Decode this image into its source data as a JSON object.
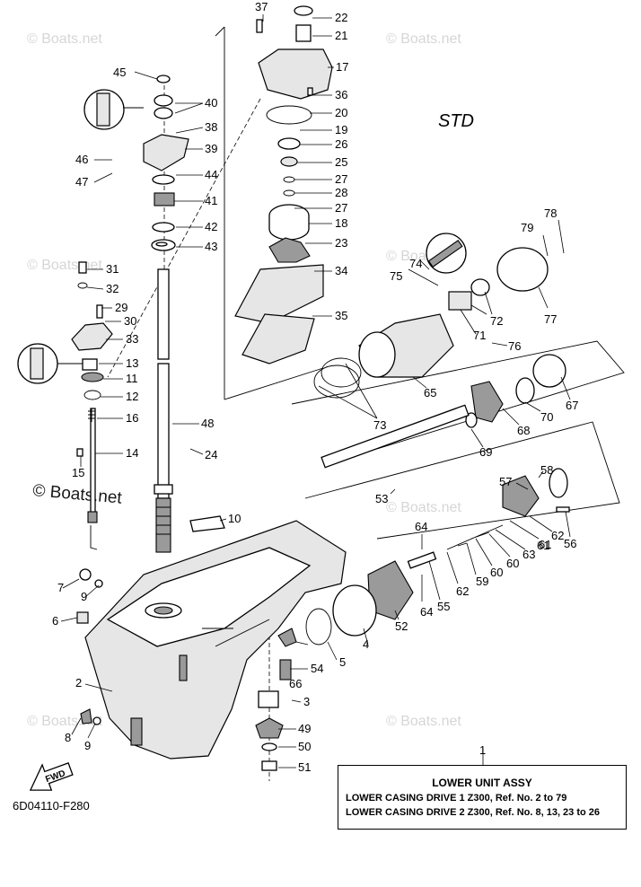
{
  "diagram": {
    "header_label": "STD",
    "drawing_code": "6D04110-F280",
    "fwd_label": "FWD",
    "watermark": "© Boats.net",
    "title_block": {
      "ref_number": "1",
      "title": "LOWER UNIT ASSY",
      "rows": [
        "LOWER CASING DRIVE 1 Z300,  Ref. No. 2 to 79",
        "LOWER CASING DRIVE 2 Z300,  Ref. No. 8, 13, 23 to 26"
      ]
    },
    "callouts": [
      "2",
      "3",
      "4",
      "5",
      "6",
      "7",
      "8",
      "9",
      "9",
      "10",
      "11",
      "12",
      "13",
      "14",
      "15",
      "16",
      "17",
      "18",
      "19",
      "20",
      "21",
      "22",
      "23",
      "24",
      "25",
      "26",
      "27",
      "27",
      "28",
      "29",
      "30",
      "31",
      "32",
      "33",
      "34",
      "35",
      "36",
      "37",
      "38",
      "39",
      "40",
      "41",
      "42",
      "43",
      "44",
      "45",
      "46",
      "47",
      "48",
      "49",
      "50",
      "51",
      "52",
      "53",
      "54",
      "55",
      "56",
      "57",
      "58",
      "59",
      "60",
      "60",
      "61",
      "61",
      "62",
      "62",
      "63",
      "64",
      "64",
      "65",
      "66",
      "67",
      "68",
      "69",
      "70",
      "71",
      "72",
      "73",
      "74",
      "75",
      "76",
      "77",
      "78",
      "79"
    ]
  }
}
